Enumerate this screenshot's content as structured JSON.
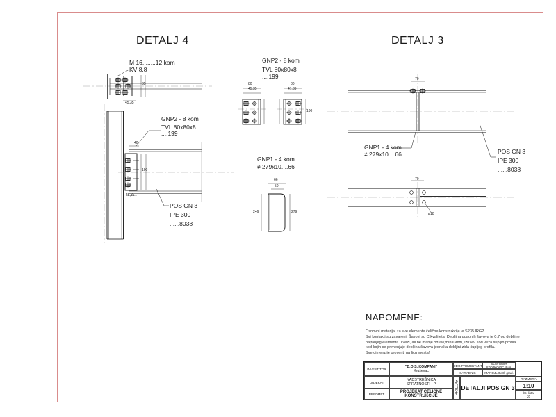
{
  "detail4": {
    "title": "DETALJ 4",
    "bolts_label": "M 16........12 kom",
    "bolts_class": "KV 8.8",
    "gnp2_label": "GNP2 - 8 kom",
    "gnp2_profile": "TVL 80x80x8",
    "gnp2_length": "....199",
    "pos_label": "POS GN 3",
    "pos_profile": "IPE 300",
    "pos_length": "......8038",
    "dims": {
      "d_45_35": "45,35",
      "d_40": "40",
      "d_35": "35",
      "d_190": "190"
    }
  },
  "middle": {
    "gnp2_label": "GNP2 - 8 kom",
    "gnp2_profile": "TVL 80x80x8",
    "gnp2_length": "....199",
    "gnp1_label": "GNP1 - 4 kom",
    "gnp1_profile": "≠ 279x10....66",
    "dims": {
      "d_80": "80",
      "d_45_35": "45,35",
      "d_41_39": "41,39",
      "d_66": "66",
      "d_50": "50",
      "d_246": "246",
      "d_279": "279",
      "d_190": "190"
    }
  },
  "detail3": {
    "title": "DETALJ 3",
    "gnp1_label": "GNP1 - 4 kom",
    "gnp1_profile": "≠ 279x10....66",
    "pos_label": "POS GN 3",
    "pos_profile": "IPE 300",
    "pos_length": "......8038",
    "dims": {
      "d_70": "70",
      "d_18": "ø18"
    }
  },
  "notes": {
    "title": "NAPOMENE:",
    "lines": [
      "Osnovni materijal za sve elemente čelične konstrukcije je S235JRG2.",
      "Svi kontakti su zavareni! Šavovi su C kvaliteta. Debljina ugaonih šavova je 0,7 od debljine",
      "najtanjeg elementa u vezi, ali ne manje od aw,min=3mm, izuzev kod veza šupljih profila",
      "kod kojih se primenjuje debljina šavova jednaka debljini zida šupljeg profila.",
      "Sve dimenzije proveriti na licu mesta!"
    ]
  },
  "title_block": {
    "investitor_label": "INVESTITOR",
    "investitor_name": "\"B.O.S. KOMPANI\"",
    "investitor_city": "Kruševac",
    "odg_label": "ODG.PROJEKTANT",
    "odg_name": "SLAVOMIR STOJKOVIĆ d.i.g.",
    "saradnik_label": "SARADNIK",
    "saradnik_name": "BOJAN MANOJLOVIĆ grad. teh.",
    "objekat_label": "OBJEKAT",
    "objekat_name": "NADSTREŠNICA",
    "objekat_sub": "SPRATNOSTI - P",
    "predmet_label": "PREDMET",
    "predmet_name": "PROJEKAT ČELIČNE KONSTRUKCIJE",
    "prilog_label": "PRILOG",
    "drawing_title": "DETALJI POS GN 3",
    "razmera_label": "RAZMERA",
    "razmera_value": "1:10",
    "list_label": "br. lista",
    "list_value": "20"
  }
}
